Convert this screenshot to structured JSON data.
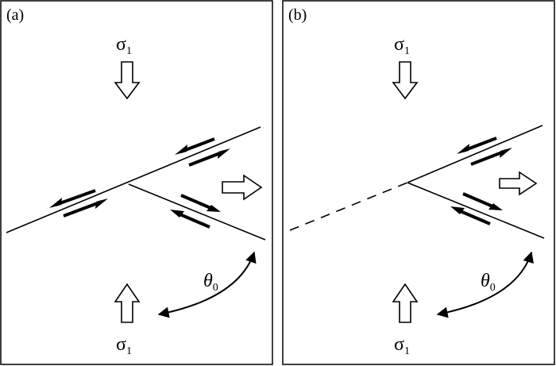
{
  "panels": [
    {
      "label": "(a)",
      "sigma_top": {
        "symbol": "σ",
        "subscript": "1"
      },
      "sigma_bottom": {
        "symbol": "σ",
        "subscript": "1"
      },
      "angle": {
        "symbol": "θ",
        "subscript": "0"
      }
    },
    {
      "label": "(b)",
      "sigma_top": {
        "symbol": "σ",
        "subscript": "1"
      },
      "sigma_bottom": {
        "symbol": "σ",
        "subscript": "1"
      },
      "angle": {
        "symbol": "θ",
        "subscript": "0"
      }
    }
  ],
  "colors": {
    "stroke": "#000000",
    "background": "#ffffff"
  },
  "icons": [
    "open-arrow-down",
    "open-arrow-up",
    "open-arrow-right",
    "half-arrow-pair",
    "curved-double-arrow"
  ]
}
